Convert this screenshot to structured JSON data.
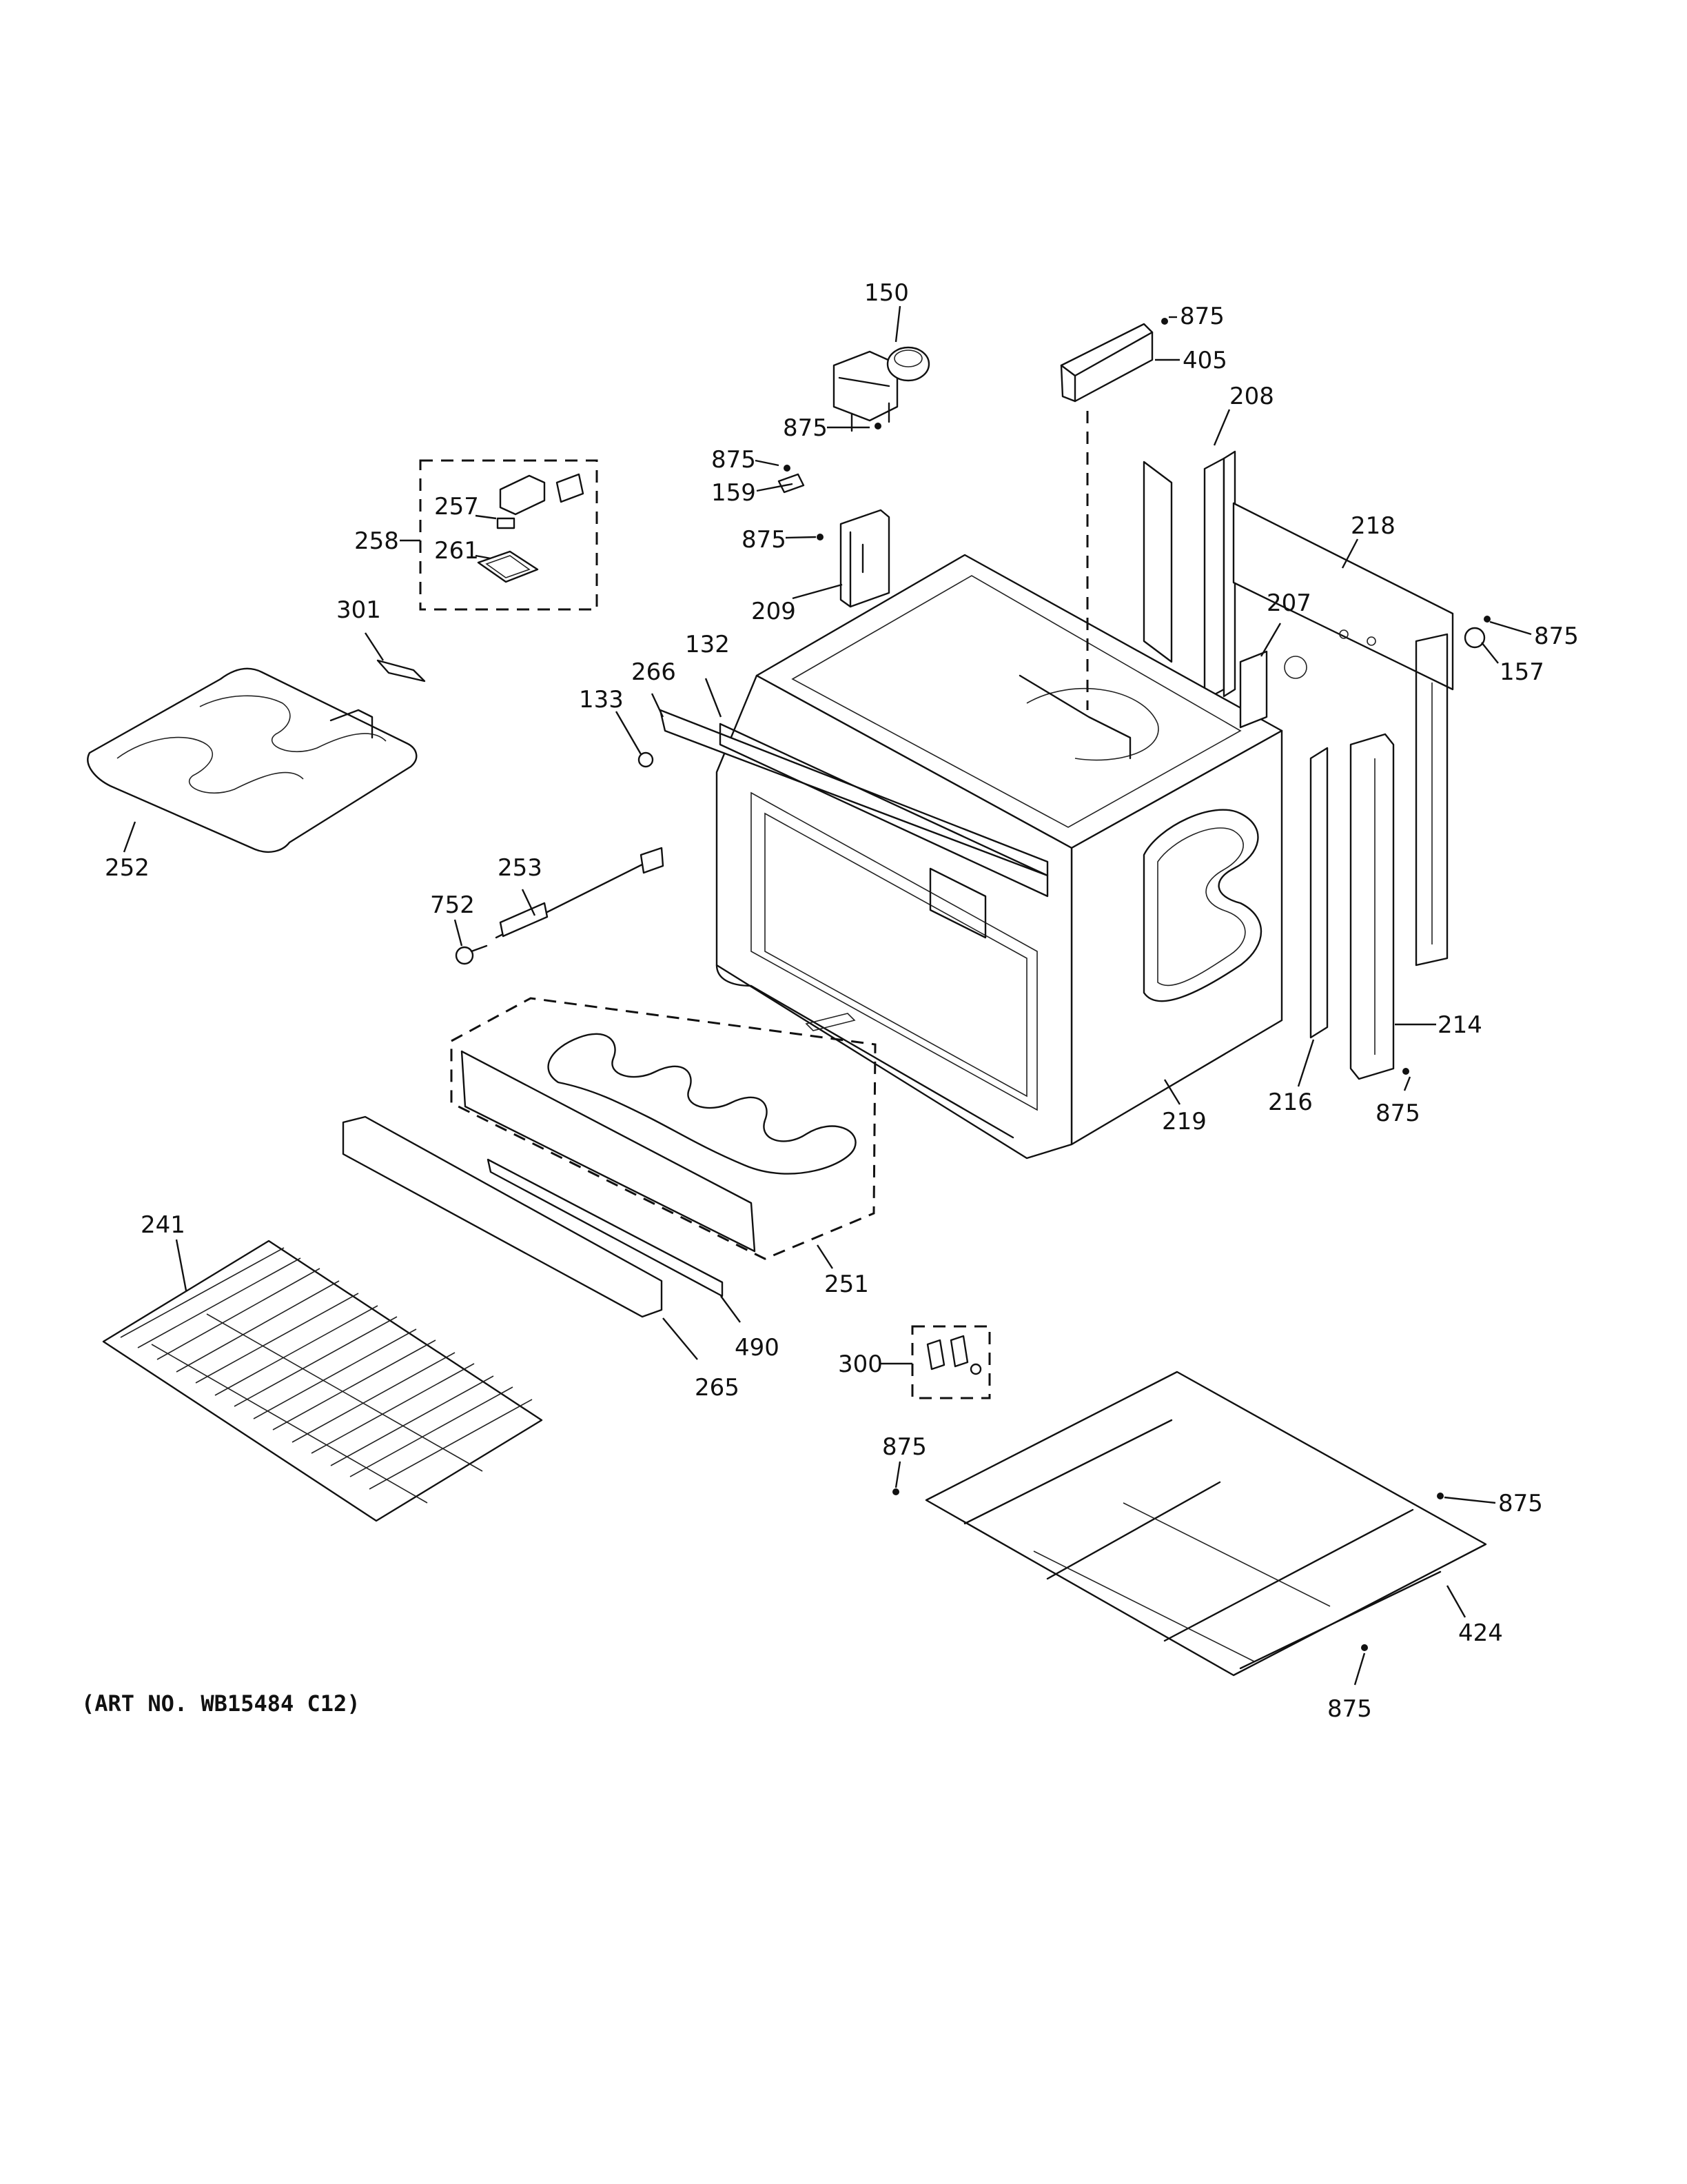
{
  "labels": {
    "l150": "150",
    "l875_a": "875",
    "l405": "405",
    "l875_b": "875",
    "l208": "208",
    "l875_c": "875",
    "l159": "159",
    "l875_d": "875",
    "l209": "209",
    "l218": "218",
    "l257": "257",
    "l258": "258",
    "l261": "261",
    "l875_e": "875",
    "l157": "157",
    "l207": "207",
    "l301": "301",
    "l132": "132",
    "l266": "266",
    "l133": "133",
    "l252": "252",
    "l253": "253",
    "l752": "752",
    "l214": "214",
    "l216": "216",
    "l875_f": "875",
    "l219": "219",
    "l241": "241",
    "l251": "251",
    "l490": "490",
    "l265": "265",
    "l300": "300",
    "l875_g": "875",
    "l875_h": "875",
    "l424": "424",
    "l875_i": "875"
  },
  "art_number": "(ART NO. WB15484 C12)"
}
